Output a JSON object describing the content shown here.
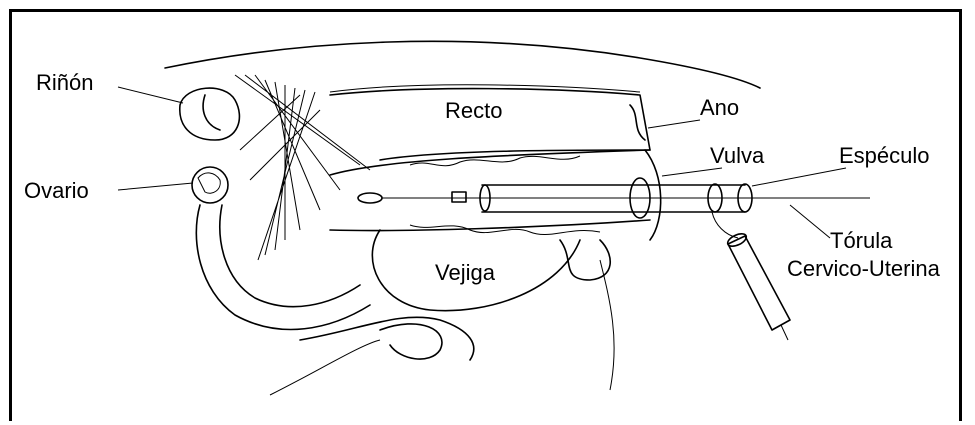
{
  "labels": {
    "rinon": "Riñón",
    "ovario": "Ovario",
    "recto": "Recto",
    "ano": "Ano",
    "vulva": "Vulva",
    "especulo": "Espéculo",
    "torula": "Tórula",
    "cervico_uterina": "Cervico-Uterina",
    "vejiga": "Vejiga"
  }
}
